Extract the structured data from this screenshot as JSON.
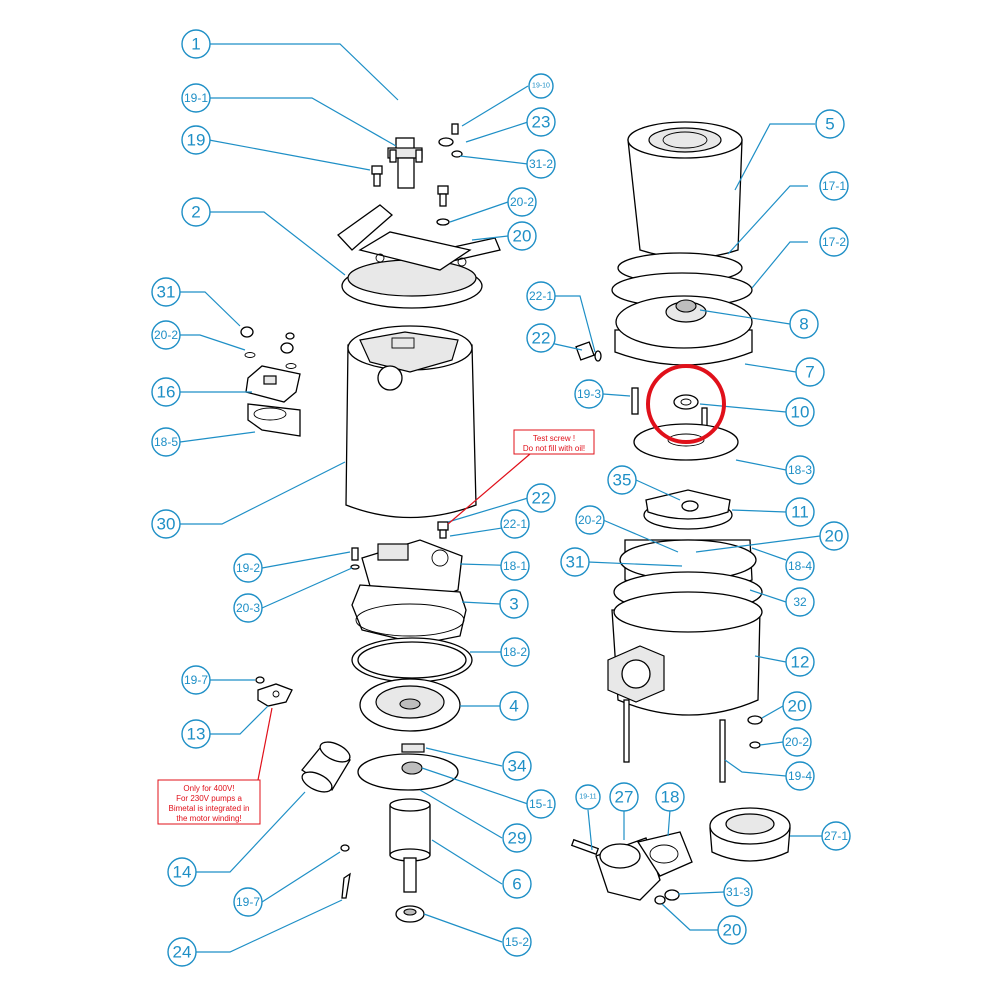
{
  "diagram": {
    "labels": {
      "l1": "1",
      "l19_1": "19-1",
      "l19": "19",
      "l2": "2",
      "l31_left": "31",
      "l20_2_left": "20-2",
      "l16": "16",
      "l18_5": "18-5",
      "l30": "30",
      "l19_2": "19-2",
      "l20_3": "20-3",
      "l19_7_top": "19-7",
      "l13": "13",
      "l14": "14",
      "l19_7_bot": "19-7",
      "l24": "24",
      "l19_10": "19-10",
      "l23": "23",
      "l31_2": "31-2",
      "l20_2_top": "20-2",
      "l20_top": "20",
      "l22_1_top": "22-1",
      "l22_top": "22",
      "l19_3": "19-3",
      "l22_mid": "22",
      "l22_1_mid": "22-1",
      "l18_1": "18-1",
      "l3": "3",
      "l18_2": "18-2",
      "l4": "4",
      "l34": "34",
      "l15_1": "15-1",
      "l29": "29",
      "l6": "6",
      "l15_2": "15-2",
      "l5": "5",
      "l17_1": "17-1",
      "l17_2": "17-2",
      "l8": "8",
      "l7": "7",
      "l10": "10",
      "l18_3": "18-3",
      "l35": "35",
      "l11": "11",
      "l20_2_mid": "20-2",
      "l20_mid": "20",
      "l31_mid": "31",
      "l18_4": "18-4",
      "l32": "32",
      "l12": "12",
      "l20_right": "20",
      "l20_2_right": "20-2",
      "l19_4": "19-4",
      "l19_11": "19-11",
      "l27": "27",
      "l18": "18",
      "l27_1": "27-1",
      "l31_3": "31-3",
      "l20_bottom": "20"
    },
    "notes": {
      "test_screw": [
        "Test screw !",
        "Do not fill with oil!"
      ],
      "bimetal": [
        "Only for 400V!",
        "For 230V pumps a",
        "Bimetal is integrated in",
        "the motor winding!"
      ]
    },
    "colors": {
      "callout": "#1e8fc6",
      "note": "#e0101a",
      "highlight": "#e0101a"
    },
    "highlight": {
      "target_part": "10"
    }
  }
}
